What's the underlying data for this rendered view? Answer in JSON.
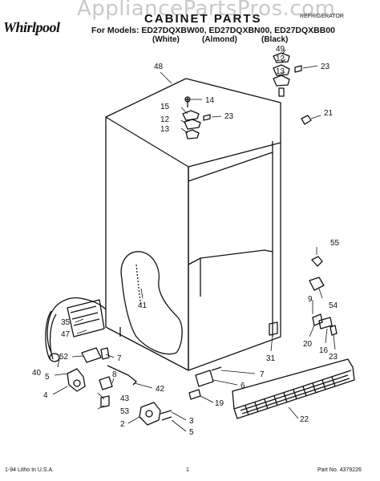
{
  "watermark": "AppliancePartsPros.com",
  "brand": "Whirlpool",
  "title": "CABINET PARTS",
  "appliance_type": "REFRIGERATOR",
  "models_line": "For Models: ED27DQXBW00, ED27DQXBN00, ED27DQXBB00",
  "colors": [
    "(White)",
    "(Almond)",
    "(Black)"
  ],
  "footer": {
    "left": "1-94 Litho In U.S.A.",
    "center": "1",
    "right": "Part No. 4379226"
  },
  "callouts": [
    {
      "id": "48",
      "text": "48"
    },
    {
      "id": "49",
      "text": "49"
    },
    {
      "id": "12a",
      "text": "12"
    },
    {
      "id": "13a",
      "text": "13"
    },
    {
      "id": "23a",
      "text": "23"
    },
    {
      "id": "14",
      "text": "14"
    },
    {
      "id": "15",
      "text": "15"
    },
    {
      "id": "12b",
      "text": "12"
    },
    {
      "id": "13b",
      "text": "13"
    },
    {
      "id": "23b",
      "text": "23"
    },
    {
      "id": "21",
      "text": "21"
    },
    {
      "id": "55",
      "text": "55"
    },
    {
      "id": "54",
      "text": "54"
    },
    {
      "id": "41",
      "text": "41"
    },
    {
      "id": "9",
      "text": "9"
    },
    {
      "id": "35",
      "text": "35"
    },
    {
      "id": "47",
      "text": "47"
    },
    {
      "id": "52",
      "text": "52"
    },
    {
      "id": "40",
      "text": "40"
    },
    {
      "id": "7a",
      "text": "7"
    },
    {
      "id": "5a",
      "text": "5"
    },
    {
      "id": "4",
      "text": "4"
    },
    {
      "id": "8",
      "text": "8"
    },
    {
      "id": "42",
      "text": "42"
    },
    {
      "id": "43",
      "text": "43"
    },
    {
      "id": "53",
      "text": "53"
    },
    {
      "id": "2",
      "text": "2"
    },
    {
      "id": "3",
      "text": "3"
    },
    {
      "id": "5b",
      "text": "5"
    },
    {
      "id": "31",
      "text": "31"
    },
    {
      "id": "7b",
      "text": "7"
    },
    {
      "id": "6",
      "text": "6"
    },
    {
      "id": "19",
      "text": "19"
    },
    {
      "id": "20",
      "text": "20"
    },
    {
      "id": "16",
      "text": "16"
    },
    {
      "id": "23c",
      "text": "23"
    },
    {
      "id": "22",
      "text": "22"
    }
  ]
}
